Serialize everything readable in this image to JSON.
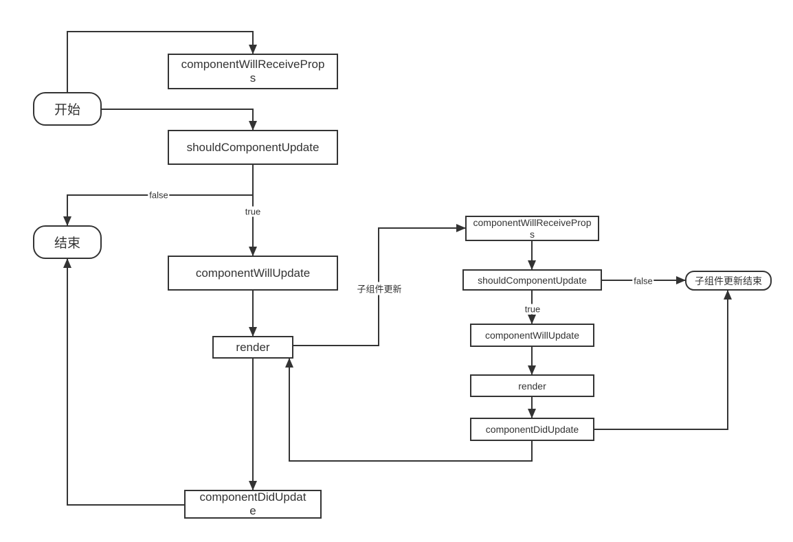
{
  "diagram": {
    "colors": {
      "background": "#ffffff",
      "line": "#333333",
      "node_fill": "#ffffff",
      "node_border": "#333333",
      "text": "#333333"
    },
    "nodes": {
      "start": {
        "label": "开始",
        "shape": "stadium"
      },
      "end": {
        "label": "结束",
        "shape": "stadium"
      },
      "main_cwrp": {
        "label": "componentWillReceiveProps",
        "shape": "rect"
      },
      "main_scu": {
        "label": "shouldComponentUpdate",
        "shape": "rect"
      },
      "main_cwu": {
        "label": "componentWillUpdate",
        "shape": "rect"
      },
      "main_render": {
        "label": "render",
        "shape": "rect"
      },
      "main_cdu": {
        "label": "componentDidUpdate",
        "shape": "rect"
      },
      "sub_cwrp": {
        "label": "componentWillReceiveProps",
        "shape": "rect"
      },
      "sub_scu": {
        "label": "shouldComponentUpdate",
        "shape": "rect"
      },
      "sub_cwu": {
        "label": "componentWillUpdate",
        "shape": "rect"
      },
      "sub_render": {
        "label": "render",
        "shape": "rect"
      },
      "sub_cdu": {
        "label": "componentDidUpdate",
        "shape": "rect"
      },
      "sub_end": {
        "label": "子组件更新结束",
        "shape": "stadium"
      }
    },
    "edge_labels": {
      "main_false": "false",
      "main_true": "true",
      "sub_false": "false",
      "sub_true": "true",
      "child_update": "子组件更新"
    },
    "edges": [
      {
        "from": "start",
        "to": "main_cwrp",
        "label": ""
      },
      {
        "from": "start",
        "to": "main_scu",
        "label": ""
      },
      {
        "from": "main_scu",
        "to": "end",
        "label": "false"
      },
      {
        "from": "main_scu",
        "to": "main_cwu",
        "label": "true"
      },
      {
        "from": "main_cwu",
        "to": "main_render",
        "label": ""
      },
      {
        "from": "main_render",
        "to": "main_cdu",
        "label": ""
      },
      {
        "from": "main_cdu",
        "to": "end",
        "label": ""
      },
      {
        "from": "main_render",
        "to": "sub_cwrp",
        "label": "子组件更新"
      },
      {
        "from": "sub_cwrp",
        "to": "sub_scu",
        "label": ""
      },
      {
        "from": "sub_scu",
        "to": "sub_end",
        "label": "false"
      },
      {
        "from": "sub_scu",
        "to": "sub_cwu",
        "label": "true"
      },
      {
        "from": "sub_cwu",
        "to": "sub_render",
        "label": ""
      },
      {
        "from": "sub_render",
        "to": "sub_cdu",
        "label": ""
      },
      {
        "from": "sub_cdu",
        "to": "sub_end",
        "label": ""
      },
      {
        "from": "sub_cdu",
        "to": "main_render",
        "label": ""
      }
    ]
  }
}
